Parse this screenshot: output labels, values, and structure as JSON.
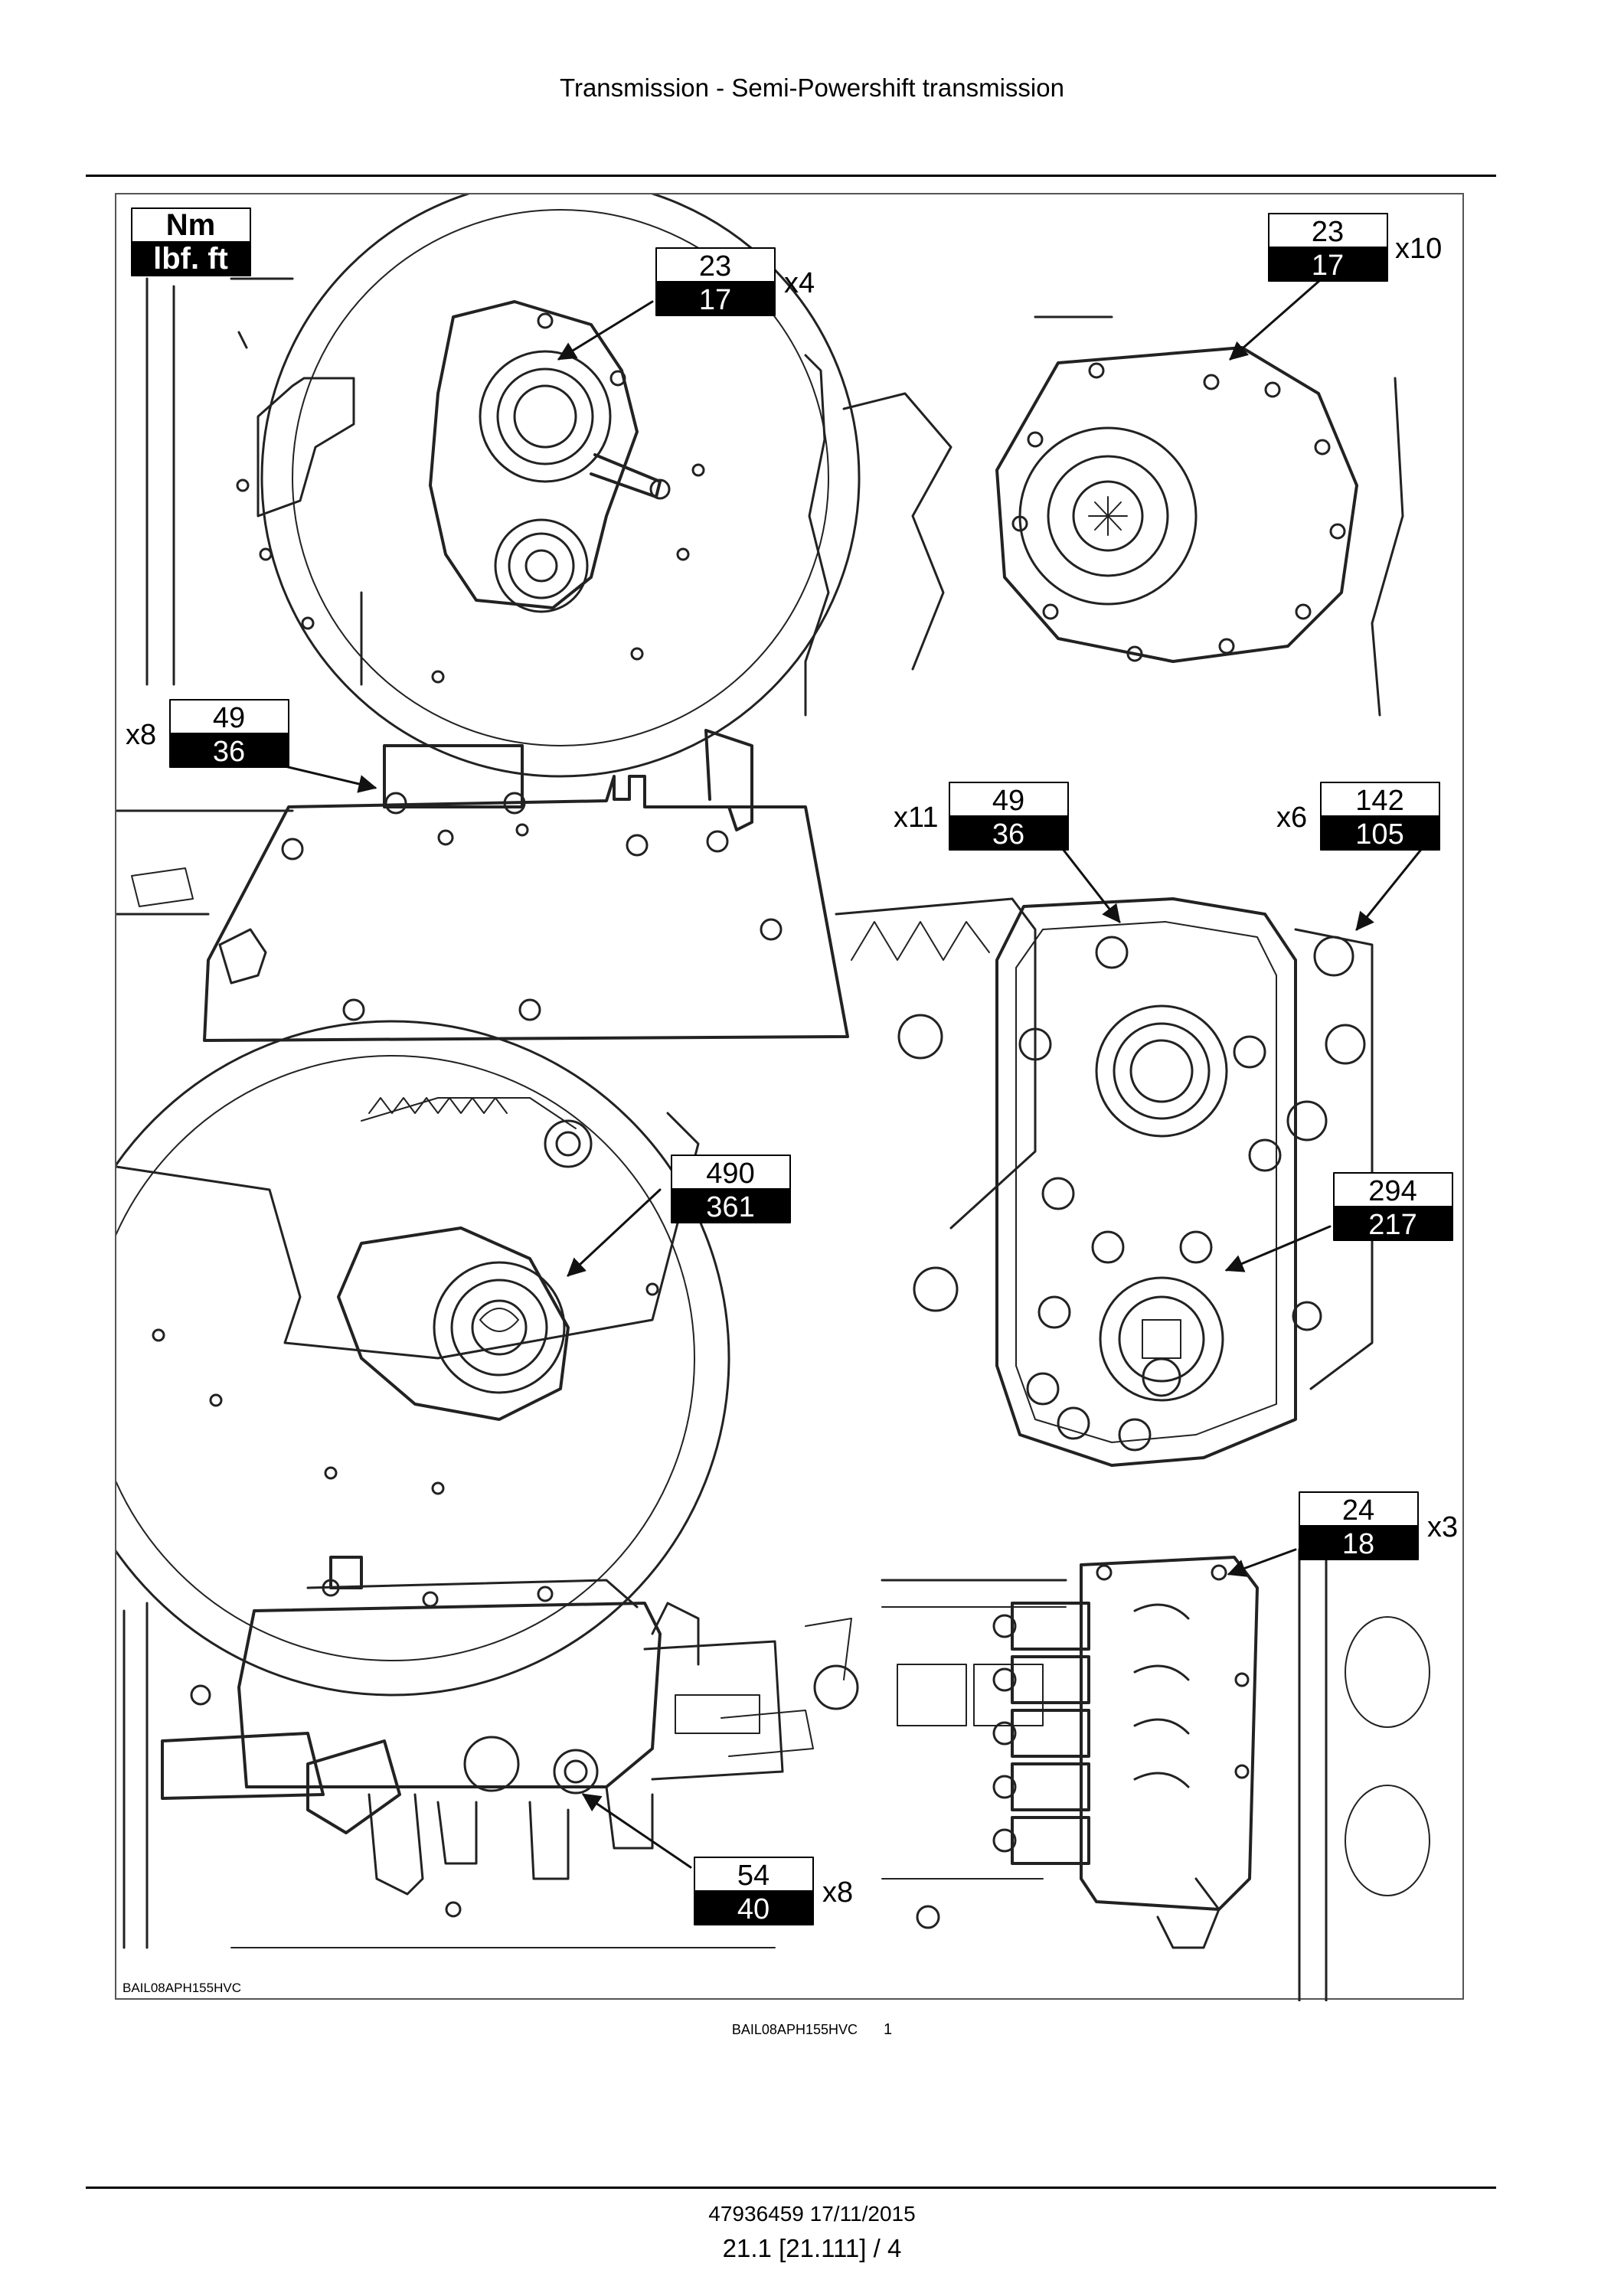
{
  "header": {
    "title": "Transmission - Semi-Powershift transmission"
  },
  "figure": {
    "units": {
      "top": "Nm",
      "bottom": "lbf. ft"
    },
    "code": "BAIL08APH155HVC",
    "torques": [
      {
        "nm": "23",
        "lbf": "17",
        "mult": "x4"
      },
      {
        "nm": "23",
        "lbf": "17",
        "mult": "x10"
      },
      {
        "nm": "49",
        "lbf": "36",
        "mult": "x8"
      },
      {
        "nm": "49",
        "lbf": "36",
        "mult": "x11"
      },
      {
        "nm": "142",
        "lbf": "105",
        "mult": "x6"
      },
      {
        "nm": "490",
        "lbf": "361",
        "mult": ""
      },
      {
        "nm": "294",
        "lbf": "217",
        "mult": ""
      },
      {
        "nm": "24",
        "lbf": "18",
        "mult": "x3"
      },
      {
        "nm": "54",
        "lbf": "40",
        "mult": "x8"
      }
    ]
  },
  "caption": {
    "code": "BAIL08APH155HVC",
    "number": "1"
  },
  "footer": {
    "doc": "47936459 17/11/2015",
    "page": "21.1 [21.111] / 4"
  }
}
